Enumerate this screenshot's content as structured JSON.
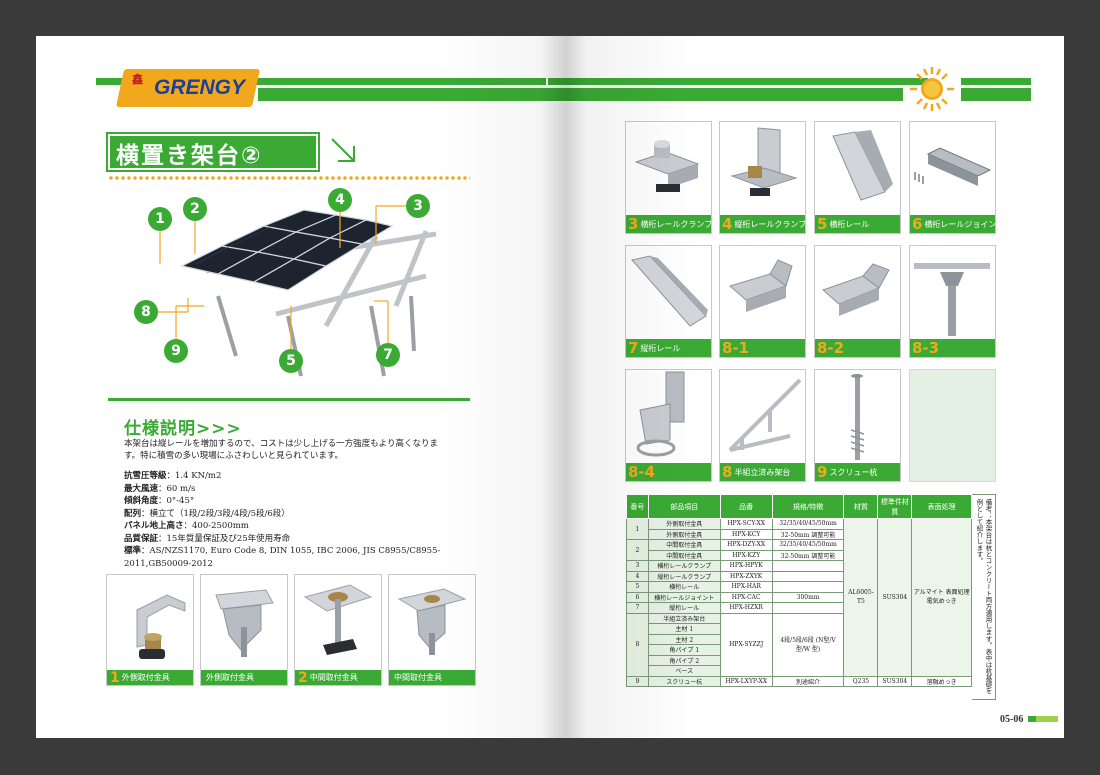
{
  "logo": {
    "mark": "鑫",
    "name": "GRENGY"
  },
  "title": "横置き架台②",
  "callouts": [
    "1",
    "2",
    "4",
    "3",
    "8",
    "9",
    "5",
    "7"
  ],
  "spec": {
    "heading": "仕様説明>>>",
    "intro": "本架台は縦レールを増加するので、コストは少し上げる一方強度もより高くなります。特に積雪の多い現場にふさわしいと見られています。",
    "items": [
      {
        "k": "抗雪圧等級",
        "v": "：1.4 KN/m2"
      },
      {
        "k": "最大風速",
        "v": "：60 m/s"
      },
      {
        "k": "傾斜角度",
        "v": "：0°-45°"
      },
      {
        "k": "配列",
        "v": "：横立て（1段/2段/3段/4段/5段/6段）"
      },
      {
        "k": "パネル地上高さ",
        "v": "：400-2500mm"
      },
      {
        "k": "品質保証",
        "v": "：15年質量保証及び25年使用寿命"
      },
      {
        "k": "標準",
        "v": "：AS/NZS1170, Euro Code 8, DIN 1055, IBC 2006, JIS C8955/C8955-2011,GB50009-2012"
      }
    ]
  },
  "left_cards": [
    {
      "num": "1",
      "label": "外側取付金具"
    },
    {
      "num": "",
      "label": "外側取付金具"
    },
    {
      "num": "2",
      "label": "中間取付金具"
    },
    {
      "num": "",
      "label": "中間取付金具"
    }
  ],
  "right_cards": [
    {
      "num": "3",
      "label": "横桁レールクランプ"
    },
    {
      "num": "4",
      "label": "縦桁レールクランプ"
    },
    {
      "num": "5",
      "label": "横桁レール"
    },
    {
      "num": "6",
      "label": "横桁レールジョイント"
    },
    {
      "num": "7",
      "label": "縦桁レール"
    },
    {
      "num": "8-1",
      "label": ""
    },
    {
      "num": "8-2",
      "label": ""
    },
    {
      "num": "8-3",
      "label": ""
    },
    {
      "num": "8-4",
      "label": ""
    },
    {
      "num": "8",
      "label": "半組立済み架台"
    },
    {
      "num": "9",
      "label": "スクリュー杭"
    }
  ],
  "table": {
    "headers": [
      "番号",
      "部品項目",
      "品番",
      "規格/特徴",
      "材質",
      "標準件材質",
      "表面処理"
    ],
    "rows": [
      {
        "no": "1",
        "item": "外側取付金具",
        "code": "HPX-SCY-XX",
        "spec": "32/35/40/45/50mm"
      },
      {
        "no": "",
        "item": "外側取付金具",
        "code": "HPX-KCY",
        "spec": "32-50mm 調整可能"
      },
      {
        "no": "2",
        "item": "中間取付金具",
        "code": "HPX-DZY-XX",
        "spec": "32/35/40/45/50mm"
      },
      {
        "no": "",
        "item": "中間取付金具",
        "code": "HPX-KZY",
        "spec": "32-50mm 調整可能"
      },
      {
        "no": "3",
        "item": "横桁レールクランプ",
        "code": "HPX-HPYK",
        "spec": ""
      },
      {
        "no": "4",
        "item": "縦桁レールクランプ",
        "code": "HPX-ZXYK",
        "spec": ""
      },
      {
        "no": "5",
        "item": "横桁レール",
        "code": "HPX-HAR",
        "spec": ""
      },
      {
        "no": "6",
        "item": "横桁レールジョイント",
        "code": "HPX-CAC",
        "spec": "300mm"
      },
      {
        "no": "7",
        "item": "縦桁レール",
        "code": "HPX-HZXR",
        "spec": ""
      }
    ],
    "row8_items": [
      "半組立済み架台",
      "主材 1",
      "主材 2",
      "角パイプ 1",
      "角パイプ 2",
      "ベース"
    ],
    "row8_no": "8",
    "row8_code": "HPX-SYZZJ",
    "row8_spec": "4段/5段/6段 (N型/V型/W 型)",
    "material": "AL6005-T5",
    "std_material": "SUS304",
    "surface": "アルマイト 表面処理 電気めっき",
    "row9": {
      "no": "9",
      "item": "スクリュー杭",
      "code": "HPX-LXYP-XX",
      "spec": "別途紹介",
      "material": "Q235",
      "std": "SUS304",
      "surface": "溶融めっき"
    },
    "note": "備考：本架台は杭とコンクリート両方適用します。表中は杭基礎を例として紹介します。"
  },
  "page": "05-06"
}
